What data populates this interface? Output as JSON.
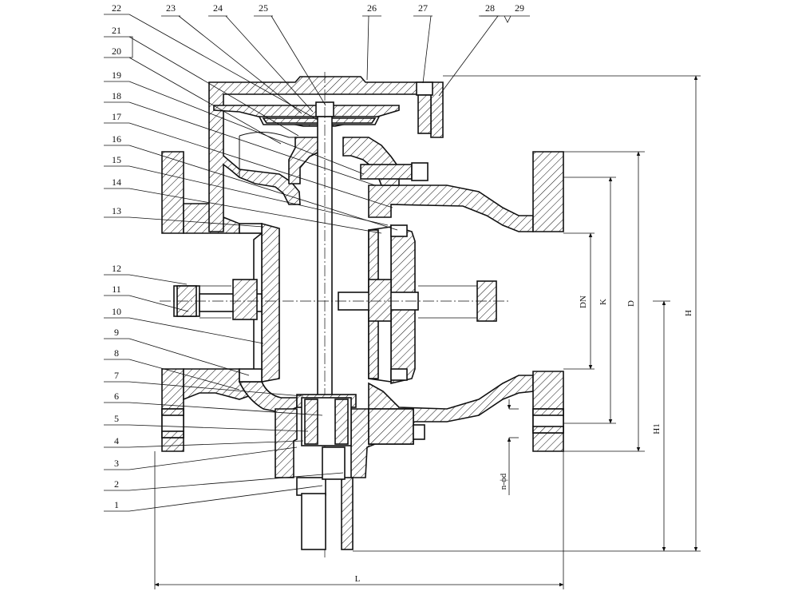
{
  "callouts": {
    "left": [
      "22",
      "21",
      "20",
      "19",
      "18",
      "17",
      "16",
      "15",
      "14",
      "13",
      "12",
      "11",
      "10",
      "9",
      "8",
      "7",
      "6",
      "5",
      "4",
      "3",
      "2",
      "1"
    ],
    "top": [
      "23",
      "24",
      "25",
      "26",
      "27",
      "28",
      "29"
    ]
  },
  "dimensions": {
    "length": "L",
    "height": "H",
    "height_h1": "H1",
    "nominal_diameter": "DN",
    "bolt_circle": "K",
    "flange_diameter": "D",
    "bolt_holes": "n-ϕd"
  }
}
